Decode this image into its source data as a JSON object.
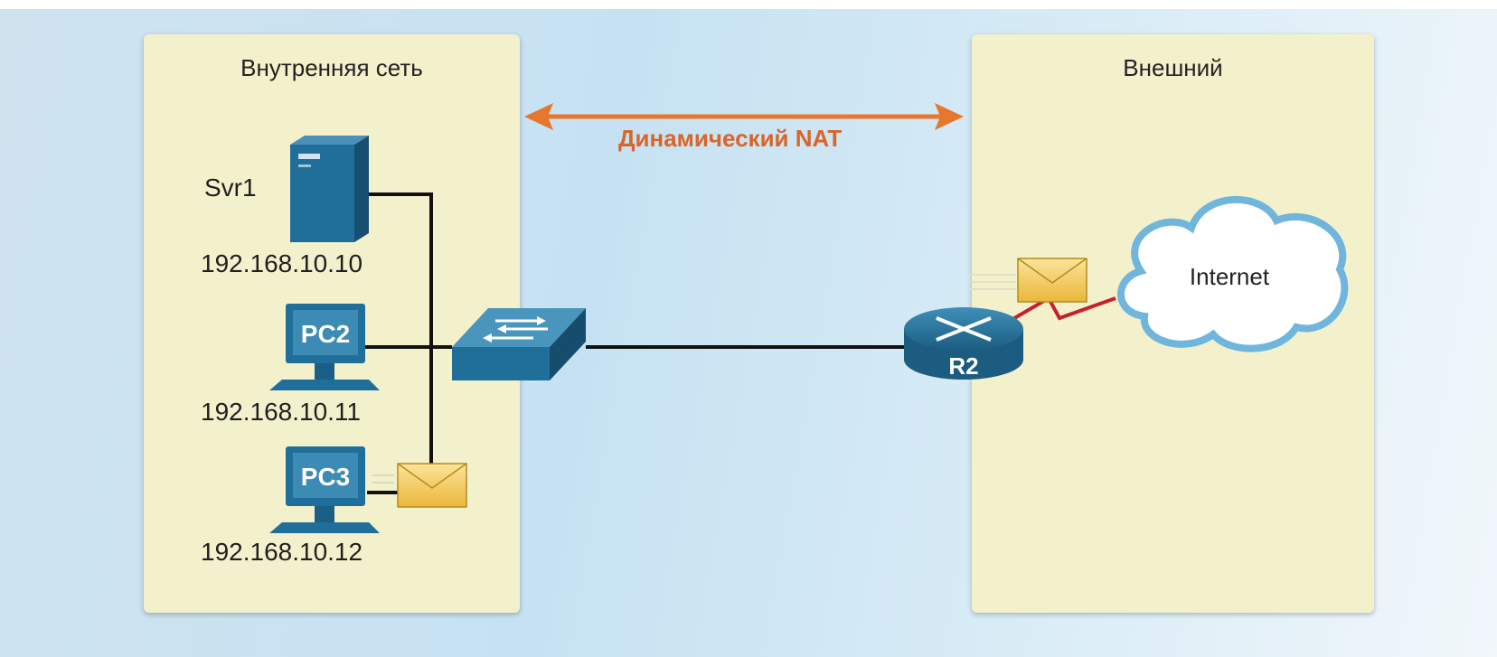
{
  "inside": {
    "title": "Внутренняя сеть"
  },
  "outside": {
    "title": "Внешний"
  },
  "nat": {
    "label": "Динамический NAT"
  },
  "hosts": {
    "server": {
      "name": "Svr1",
      "ip": "192.168.10.10"
    },
    "pc2": {
      "name": "PC2",
      "ip": "192.168.10.11"
    },
    "pc3": {
      "name": "PC3",
      "ip": "192.168.10.12"
    }
  },
  "router": {
    "name": "R2"
  },
  "cloud": {
    "label": "Internet"
  },
  "colors": {
    "panel": "#f3f1cc",
    "device": "#1f6f9a",
    "arrow": "#e8772e",
    "serial": "#c8202a",
    "envelope": "#f2c94c"
  }
}
